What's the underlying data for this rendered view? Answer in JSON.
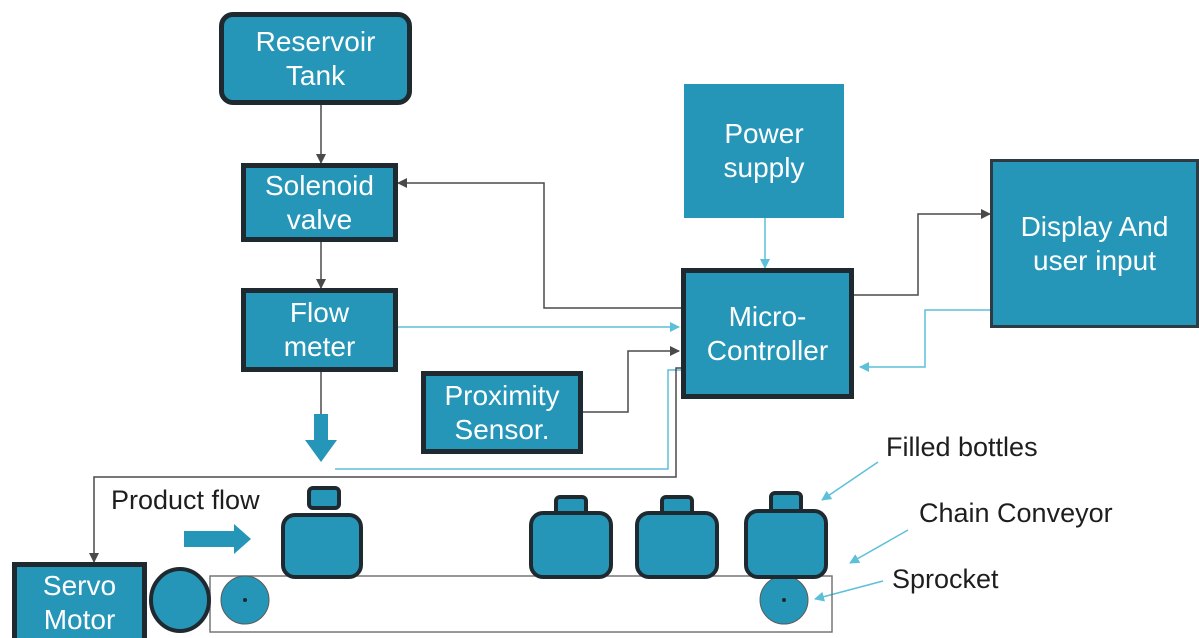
{
  "blocks": {
    "reservoir": "Reservoir\nTank",
    "solenoid": "Solenoid\nvalve",
    "flow_meter": "Flow\nmeter",
    "proximity": "Proximity\nSensor.",
    "power": "Power\nsupply",
    "micro": "Micro-\nController",
    "display": "Display And\nuser input",
    "servo": "Servo\nMotor"
  },
  "labels": {
    "product_flow": "Product flow",
    "filled_bottles": "Filled bottles",
    "chain_conveyor": "Chain Conveyor",
    "sprocket": "Sprocket"
  },
  "colors": {
    "block_fill": "#2596b8",
    "block_border": "#1f2a30",
    "dark_line": "#4a4a4a",
    "light_line": "#5bc0d8"
  }
}
